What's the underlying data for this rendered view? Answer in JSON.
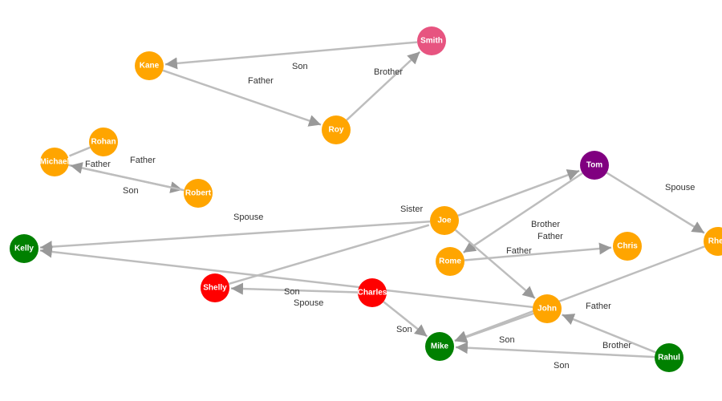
{
  "colors": {
    "orange": "#ffa500",
    "pink": "#e75480",
    "purple": "#800080",
    "green": "#008000",
    "red": "#ff0000",
    "link": "#bdbdbd",
    "arrow": "#999999"
  },
  "nodes": [
    {
      "id": "Smith",
      "label": "Smith",
      "color": "pink"
    },
    {
      "id": "Kane",
      "label": "Kane",
      "color": "orange"
    },
    {
      "id": "Roy",
      "label": "Roy",
      "color": "orange"
    },
    {
      "id": "Rohan",
      "label": "Rohan",
      "color": "orange"
    },
    {
      "id": "Michael",
      "label": "Michael",
      "color": "orange"
    },
    {
      "id": "Robert",
      "label": "Robert",
      "color": "orange"
    },
    {
      "id": "Tom",
      "label": "Tom",
      "color": "purple"
    },
    {
      "id": "Joe",
      "label": "Joe",
      "color": "orange"
    },
    {
      "id": "Rome",
      "label": "Rome",
      "color": "orange"
    },
    {
      "id": "Chris",
      "label": "Chris",
      "color": "orange"
    },
    {
      "id": "Rhea",
      "label": "Rhea",
      "color": "orange"
    },
    {
      "id": "Kelly",
      "label": "Kelly",
      "color": "green"
    },
    {
      "id": "Shelly",
      "label": "Shelly",
      "color": "red"
    },
    {
      "id": "Charles",
      "label": "Charles",
      "color": "red"
    },
    {
      "id": "John",
      "label": "John",
      "color": "orange"
    },
    {
      "id": "Mike",
      "label": "Mike",
      "color": "green"
    },
    {
      "id": "Rahul",
      "label": "Rahul",
      "color": "green"
    }
  ],
  "links": [
    {
      "source": "Smith",
      "target": "Kane",
      "arrow": true
    },
    {
      "source": "Kane",
      "target": "Roy",
      "arrow": true
    },
    {
      "source": "Roy",
      "target": "Smith",
      "arrow": true
    },
    {
      "source": "Rohan",
      "target": "Michael",
      "arrow": false
    },
    {
      "source": "Michael",
      "target": "Robert",
      "arrow": true
    },
    {
      "source": "Robert",
      "target": "Michael",
      "arrow": true
    },
    {
      "source": "Joe",
      "target": "Tom",
      "arrow": true
    },
    {
      "source": "Tom",
      "target": "Rome",
      "arrow": true
    },
    {
      "source": "Tom",
      "target": "Rhea",
      "arrow": true
    },
    {
      "source": "Rome",
      "target": "Chris",
      "arrow": true
    },
    {
      "source": "Joe",
      "target": "Kelly",
      "arrow": true
    },
    {
      "source": "Joe",
      "target": "John",
      "arrow": true
    },
    {
      "source": "Shelly",
      "target": "Joe",
      "arrow": false
    },
    {
      "source": "Charles",
      "target": "Shelly",
      "arrow": true
    },
    {
      "source": "John",
      "target": "Kelly",
      "arrow": true
    },
    {
      "source": "Charles",
      "target": "Mike",
      "arrow": true
    },
    {
      "source": "John",
      "target": "Mike",
      "arrow": true
    },
    {
      "source": "Rhea",
      "target": "Mike",
      "arrow": true
    },
    {
      "source": "Rahul",
      "target": "John",
      "arrow": true
    },
    {
      "source": "Rahul",
      "target": "Mike",
      "arrow": true
    }
  ],
  "link_labels": [
    "Son",
    "Father",
    "Brother",
    "Father",
    "Father",
    "Son",
    "Spouse",
    "Sister",
    "Spouse",
    "Brother",
    "Father",
    "Father",
    "Son",
    "Spouse",
    "Father",
    "Son",
    "Son",
    "Brother",
    "Son"
  ]
}
